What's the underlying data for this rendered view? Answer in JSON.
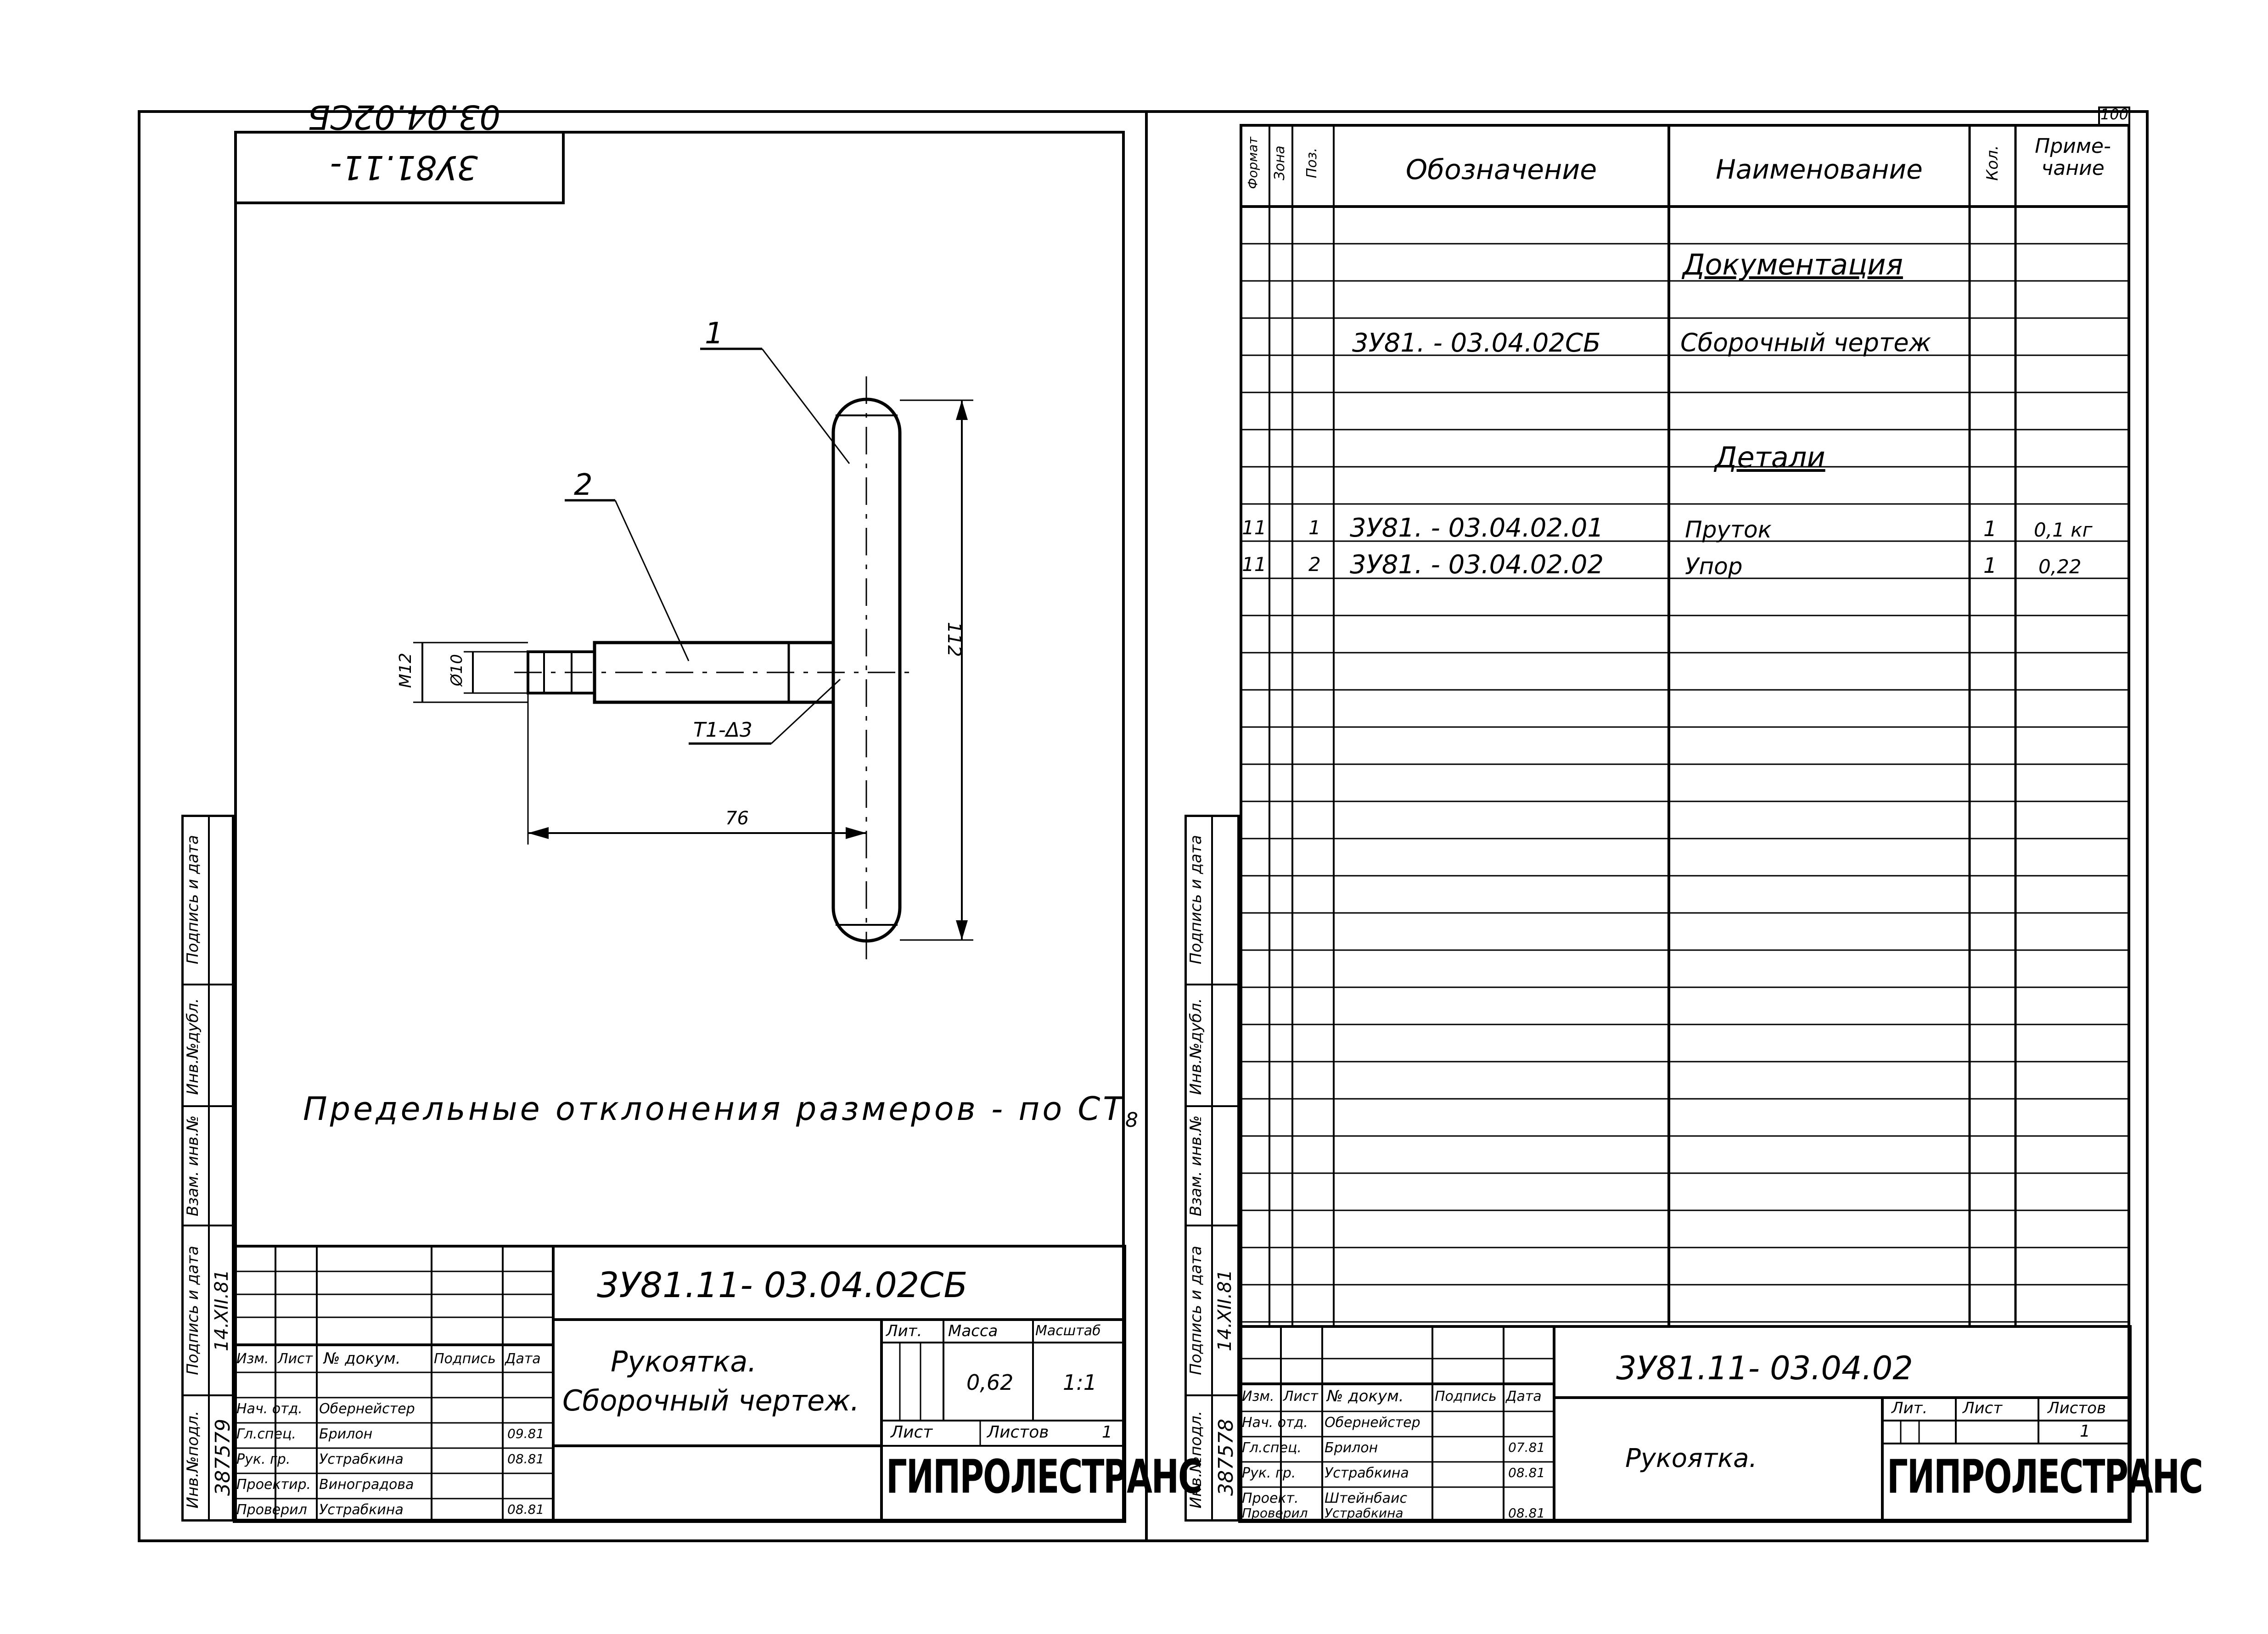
{
  "page_number": "100",
  "left_sheet": {
    "stamp_code": "3У81.11-03.04.02СБ",
    "callouts": [
      "1",
      "2"
    ],
    "dimensions": {
      "length": "112",
      "offset": "76",
      "thread": "M12",
      "diameter": "Ø10",
      "weld": "T1-Δ3"
    },
    "note": "Предельные отклонения размеров - по СТ",
    "note_sub": "8",
    "margin_labels": [
      "Инв.№подл.",
      "Подпись и дата",
      "Взам. инв.№",
      "Инв.№дубл.",
      "Подпись и дата"
    ],
    "margin_values": [
      "387579",
      "14.XII.81"
    ],
    "title_block": {
      "designation": "3У81.11- 03.04.02СБ",
      "title_line1": "Рукоятка.",
      "title_line2": "Сборочный чертеж.",
      "col_labels": [
        "Изм.",
        "Лист",
        "№ докум.",
        "Подпись",
        "Дата"
      ],
      "roles": [
        "Нач. отд.",
        "Гл.спец.",
        "Рук. гр.",
        "Проектир.",
        "Проверил"
      ],
      "names": [
        "Обернейстер",
        "Брилон",
        "Устрабкина",
        "Виноградова",
        "Устрабкина"
      ],
      "dates": [
        "",
        "09.81",
        "08.81",
        "",
        "08.81"
      ],
      "lit_label": "Лит.",
      "mass_label": "Масса",
      "scale_label": "Масштаб",
      "mass": "0,62",
      "scale": "1:1",
      "sheet_label": "Лист",
      "sheets_label": "Листов",
      "sheets": "1",
      "org": "ГИПРОЛЕСТРАНС"
    }
  },
  "right_sheet": {
    "headers": [
      "Формат",
      "Зона",
      "Поз.",
      "Обозначение",
      "Наименование",
      "Кол.",
      "Приме-чание"
    ],
    "section_docs": "Документация",
    "doc_row": {
      "designation": "3У81. - 03.04.02СБ",
      "name": "Сборочный чертеж"
    },
    "section_parts": "Детали",
    "rows": [
      {
        "format": "11",
        "pos": "1",
        "designation": "3У81. - 03.04.02.01",
        "name": "Пруток",
        "qty": "1",
        "note": "0,1 кг"
      },
      {
        "format": "11",
        "pos": "2",
        "designation": "3У81. - 03.04.02.02",
        "name": "Упор",
        "qty": "1",
        "note": "0,22"
      }
    ],
    "margin_labels": [
      "Инв.№подл.",
      "Подпись и дата",
      "Взам. инв.№",
      "Инв.№дубл.",
      "Подпись и дата"
    ],
    "margin_values": [
      "387578",
      "14.XII.81"
    ],
    "title_block": {
      "designation": "3У81.11- 03.04.02",
      "title": "Рукоятка.",
      "col_labels": [
        "Изм.",
        "Лист",
        "№ докум.",
        "Подпись",
        "Дата"
      ],
      "roles": [
        "Нач. отд.",
        "Гл.спец.",
        "Рук. гр.",
        "Проект.",
        "Проверил"
      ],
      "names": [
        "Обернейстер",
        "Брилон",
        "Устрабкина",
        "Штейнбаис",
        "Устрабкина"
      ],
      "dates": [
        "",
        "07.81",
        "08.81",
        "",
        "08.81"
      ],
      "lit_label": "Лит.",
      "sheet_label": "Лист",
      "sheets_label": "Листов",
      "sheets": "1",
      "org": "ГИПРОЛЕСТРАНС"
    }
  }
}
